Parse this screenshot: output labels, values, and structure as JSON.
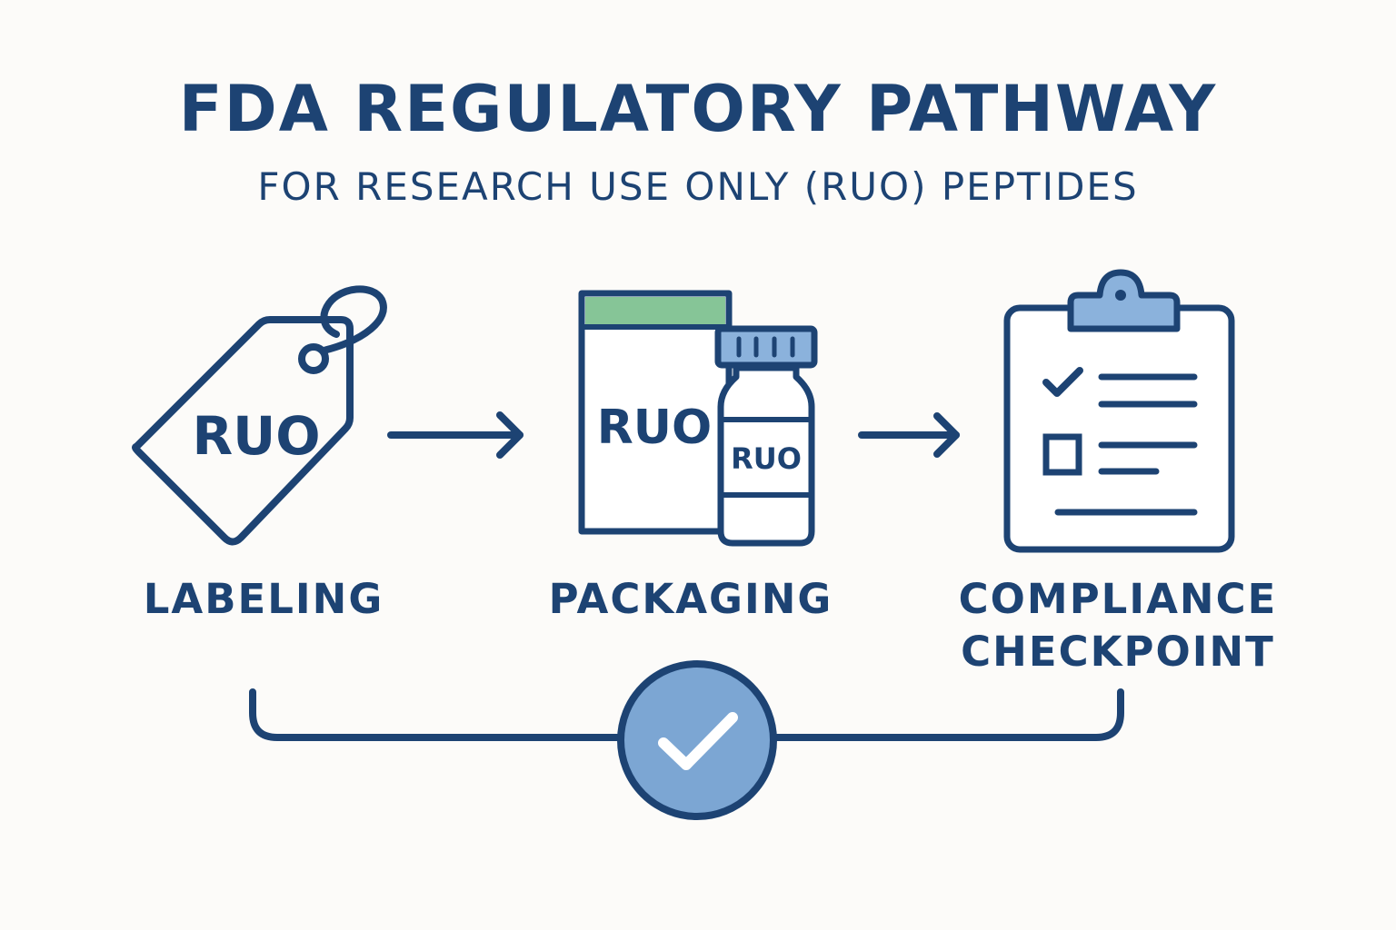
{
  "header": {
    "title": "FDA REGULATORY PATHWAY",
    "subtitle": "FOR RESEARCH USE ONLY (RUO) PEPTIDES"
  },
  "steps": [
    {
      "label": "LABELING",
      "icon": "price-tag-icon",
      "badge": "RUO"
    },
    {
      "label": "PACKAGING",
      "icon": "box-and-vial-icon",
      "badge_box": "RUO",
      "badge_vial": "RUO"
    },
    {
      "label_line1": "COMPLIANCE",
      "label_line2": "CHECKPOINT",
      "icon": "clipboard-checklist-icon"
    }
  ],
  "final": {
    "icon": "checkmark-circle-icon"
  },
  "colors": {
    "navy": "#1d4373",
    "green": "#86c597",
    "light_blue": "#8bb2dc",
    "check_fill": "#7ca6d3",
    "background": "#fcfbf9"
  }
}
